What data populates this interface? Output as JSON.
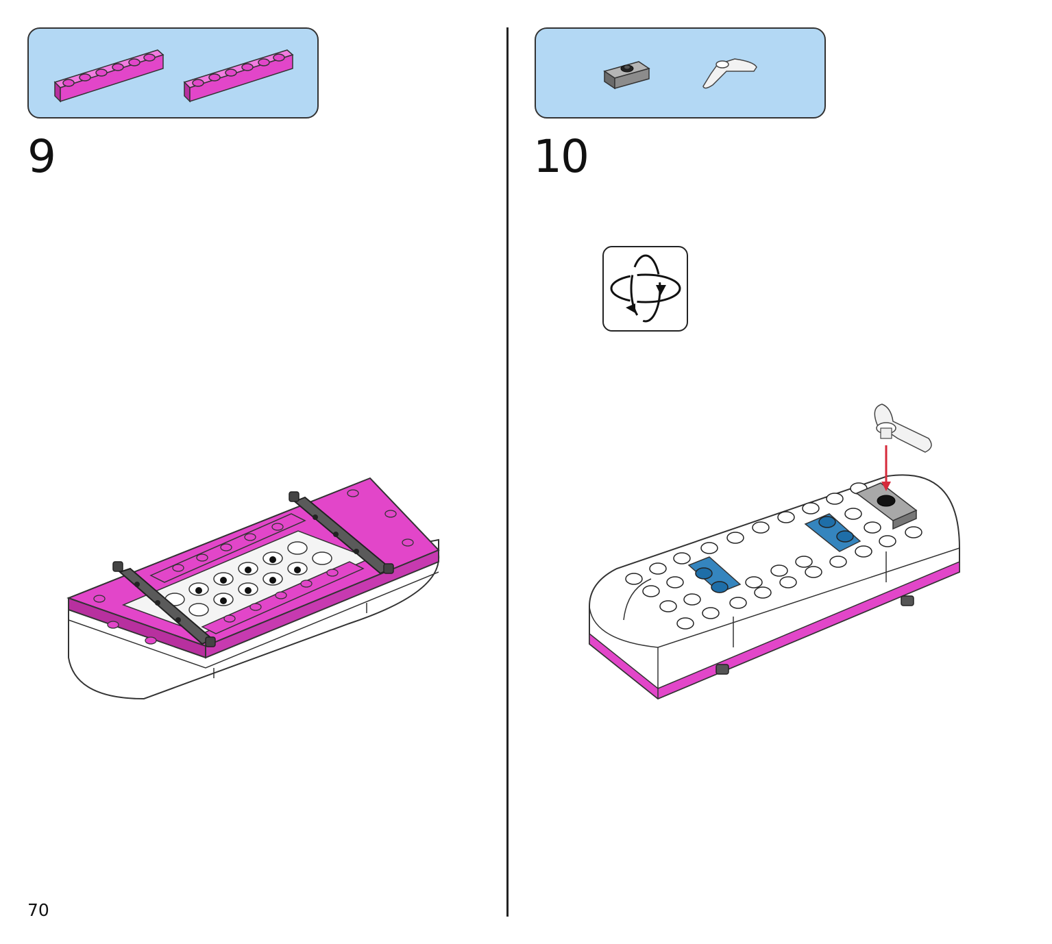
{
  "page": {
    "number": "70"
  },
  "steps": [
    {
      "number": "9",
      "parts": [
        {
          "name": "pink-plate-1x6",
          "quantity": 2,
          "color": "#e246c9"
        }
      ]
    },
    {
      "number": "10",
      "parts": [
        {
          "name": "dark-gray-jumper-plate-1x2",
          "quantity": 1,
          "color": "#8c8c8c"
        },
        {
          "name": "white-propeller",
          "quantity": 1,
          "color": "#f2f2f2"
        }
      ],
      "callout": "rotate-model-icon"
    }
  ],
  "colors": {
    "parts_box_bg": "#b3d8f4",
    "magenta": "#e246c9",
    "blue": "#3585be",
    "dark_gray": "#8c8c8c",
    "arrow_red": "#d62a3a"
  }
}
